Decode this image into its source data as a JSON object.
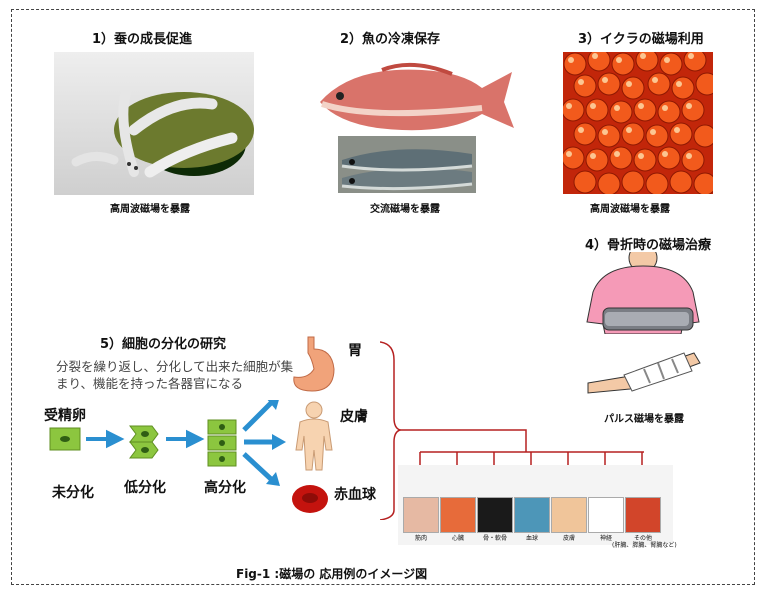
{
  "sections": {
    "silkworm": {
      "title": "1）蚕の成長促進",
      "caption": "高周波磁場を暴露"
    },
    "fish": {
      "title": "2）魚の冷凍保存",
      "caption": "交流磁場を暴露"
    },
    "ikura": {
      "title": "3）イクラの磁場利用",
      "caption": "高周波磁場を暴露"
    },
    "fracture": {
      "title": "4）骨折時の磁場治療",
      "caption": "パルス磁場を暴露"
    },
    "cell": {
      "title": "5）細胞の分化の研究",
      "description": "分裂を繰り返し、分化して出来た細胞が集まり、機能を持った各器官になる",
      "fertilized_egg": "受精卵",
      "stages": [
        "未分化",
        "低分化",
        "高分化"
      ],
      "organs": [
        "胃",
        "皮膚",
        "赤血球"
      ]
    }
  },
  "organ_strip": [
    "筋肉",
    "心臓",
    "骨・軟骨",
    "血球",
    "皮膚",
    "神経",
    "その他"
  ],
  "organ_strip_note": "(肝臓、膵臓、腎臓など)",
  "figure_caption": "Fig-1 :磁場の 応用例のイメージ図",
  "colors": {
    "cell_green": "#8cc63f",
    "arrow_blue": "#2a8fd0",
    "bracket_red": "#b52020"
  }
}
